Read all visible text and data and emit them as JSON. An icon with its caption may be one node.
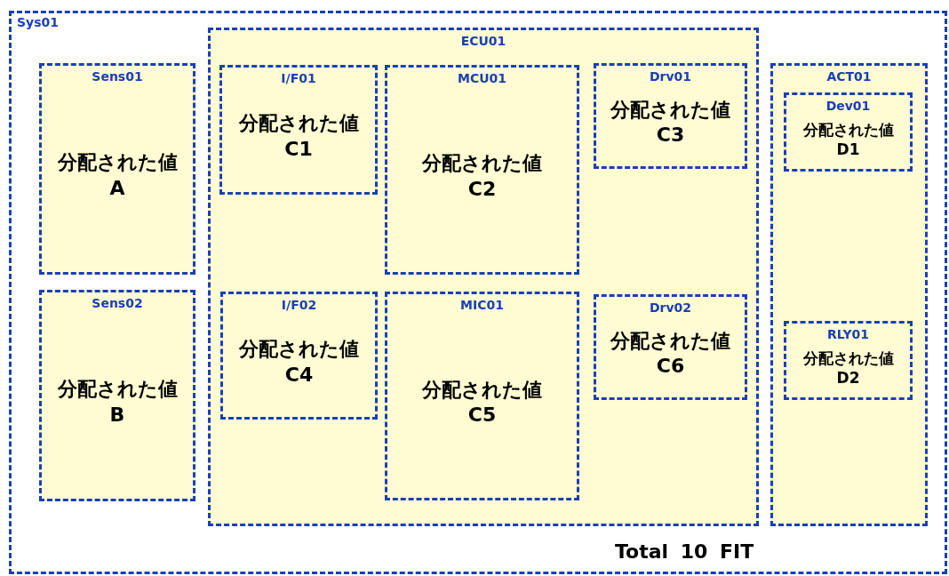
{
  "diagram": {
    "nodes": [
      {
        "text": [
          "Sys01"
        ]
      },
      {
        "text": [
          "Sens01",
          "分配された値 A"
        ],
        "in": 0
      },
      {
        "text": [
          "Sens02",
          "分配された値 B"
        ],
        "in": 0
      },
      {
        "text": [
          "ECU01"
        ],
        "in": 0
      },
      {
        "text": [
          "I/F01",
          "分配された値 C1"
        ],
        "in": 3
      },
      {
        "text": [
          "MCU01",
          "分配された値 C2"
        ],
        "in": 3
      },
      {
        "text": [
          "Drv01",
          "分配された値 C3"
        ],
        "in": 3
      },
      {
        "text": [
          "I/F02",
          "分配された値 C4"
        ],
        "in": 3
      },
      {
        "text": [
          "MIC01",
          "分配された値 C5"
        ],
        "in": 3
      },
      {
        "text": [
          "Drv02",
          "分配された値 C6"
        ],
        "in": 3
      },
      {
        "text": [
          "ACT01"
        ],
        "in": 0
      },
      {
        "text": [
          "Dev01",
          "分配された値 D1"
        ],
        "in": 10
      },
      {
        "text": [
          "RLY01",
          "分配された値 D2"
        ],
        "in": 10
      }
    ],
    "labels": [
      "Total 10 FIT"
    ]
  }
}
